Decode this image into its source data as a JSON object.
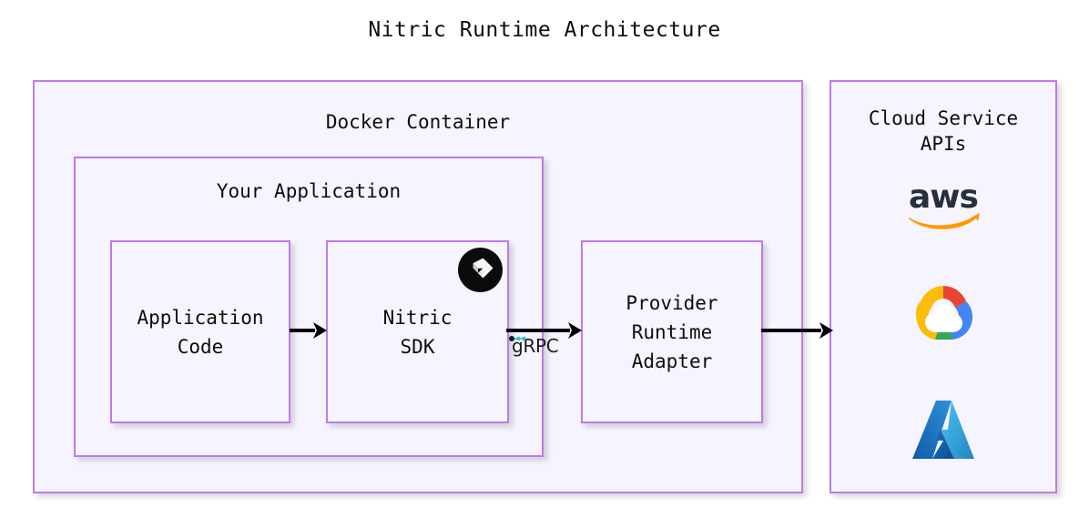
{
  "title": "Nitric Runtime Architecture",
  "containers": {
    "docker": {
      "label": "Docker Container"
    },
    "application": {
      "label": "Your Application"
    },
    "cloud": {
      "label": "Cloud Service\nAPIs"
    }
  },
  "boxes": {
    "application_code": {
      "label": "Application\nCode"
    },
    "nitric_sdk": {
      "label": "Nitric\nSDK"
    },
    "provider_runtime_adapter": {
      "label": "Provider\nRuntime\nAdapter"
    }
  },
  "connectors": {
    "code_to_sdk": {
      "label": "",
      "icon": "arrow-right-icon"
    },
    "sdk_to_adapter": {
      "label": "gRPC",
      "icon": "arrow-right-icon"
    },
    "adapter_to_cloud": {
      "label": "",
      "icon": "arrow-right-icon"
    }
  },
  "logos": {
    "nitric": {
      "name": "nitric-logo-icon",
      "alt": "Nitric"
    },
    "aws": {
      "name": "aws-logo-icon",
      "alt": "aws"
    },
    "gcp": {
      "name": "google-cloud-logo-icon",
      "alt": "Google Cloud"
    },
    "azure": {
      "name": "azure-logo-icon",
      "alt": "Microsoft Azure"
    }
  },
  "colors": {
    "border": "#c07ae8",
    "fill": "#f6f4fe",
    "background": "#ffffff",
    "text": "#0d0d0d",
    "arrow": "#000000",
    "grpc_accent": "#2ec4c4",
    "aws_text": "#252f3e",
    "aws_smile": "#ff9900",
    "gcp_red": "#ea4335",
    "gcp_yellow": "#fbbc05",
    "gcp_green": "#34a853",
    "gcp_blue": "#4285f4",
    "azure_light": "#3bb7ea",
    "azure_dark": "#0f5ca8"
  }
}
